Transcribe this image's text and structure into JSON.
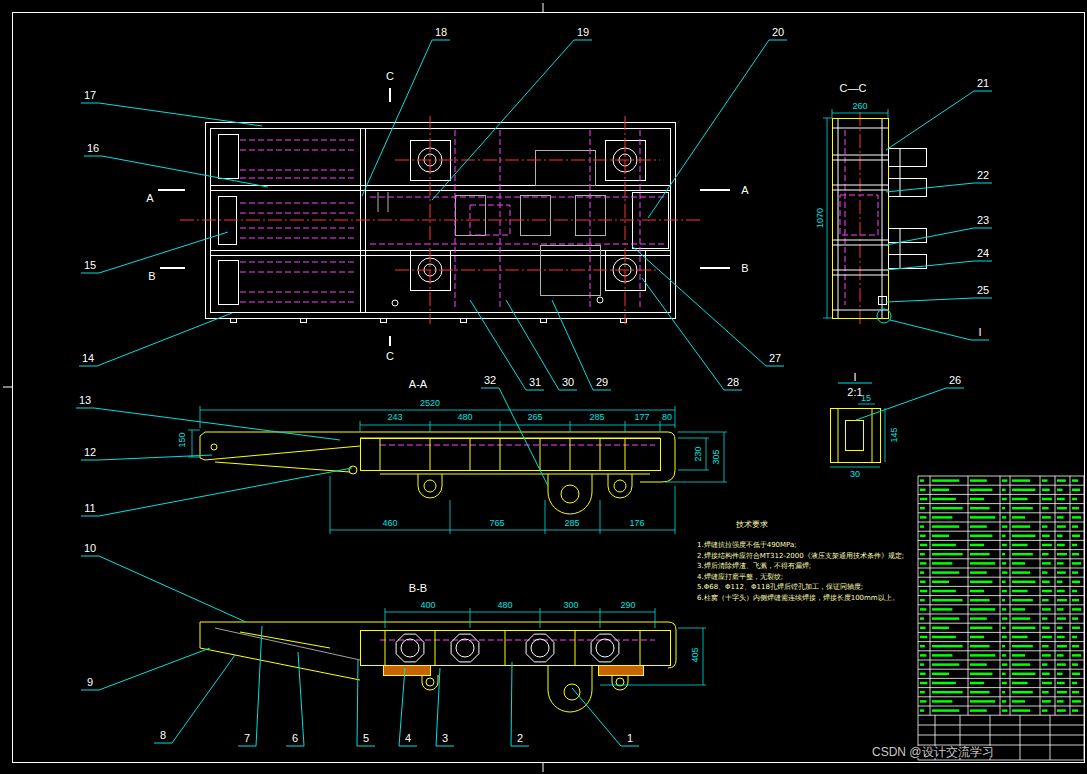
{
  "diagram": {
    "labels": [
      "17",
      "16",
      "15",
      "14",
      "18",
      "19",
      "20",
      "21",
      "22",
      "23",
      "24",
      "25",
      "I",
      "C",
      "C",
      "A",
      "A",
      "B",
      "B",
      "C—C",
      "27",
      "28",
      "29",
      "30",
      "31",
      "26",
      "I",
      "2:1",
      "32",
      "A-A",
      "13",
      "12",
      "11",
      "10",
      "B-B",
      "9",
      "8",
      "7",
      "6",
      "5",
      "4",
      "3",
      "2",
      "1",
      "2520",
      "243",
      "480",
      "265",
      "285",
      "177",
      "80",
      "460",
      "765",
      "285",
      "176",
      "230",
      "305",
      "150",
      "400",
      "480",
      "300",
      "290",
      "405",
      "260",
      "1070",
      "15",
      "145",
      "30",
      "技术要求",
      "1.焊缝抗拉强度不低于490MPa;",
      "2.焊接结构件应符合MT312-2000《液压支架通用技术条件》规定;",
      "3.焊后清除焊渣、飞溅，不得有漏焊;",
      "4.焊缝应打磨平整，无裂纹;",
      "5.Φ68、Φ112、Φ118孔焊后镗孔加工，保证同轴度;",
      "6.柱窝（十字头）内侧焊缝需连续焊接，焊接长度100mm以上。",
      "CSDN @设计交流学习"
    ]
  }
}
